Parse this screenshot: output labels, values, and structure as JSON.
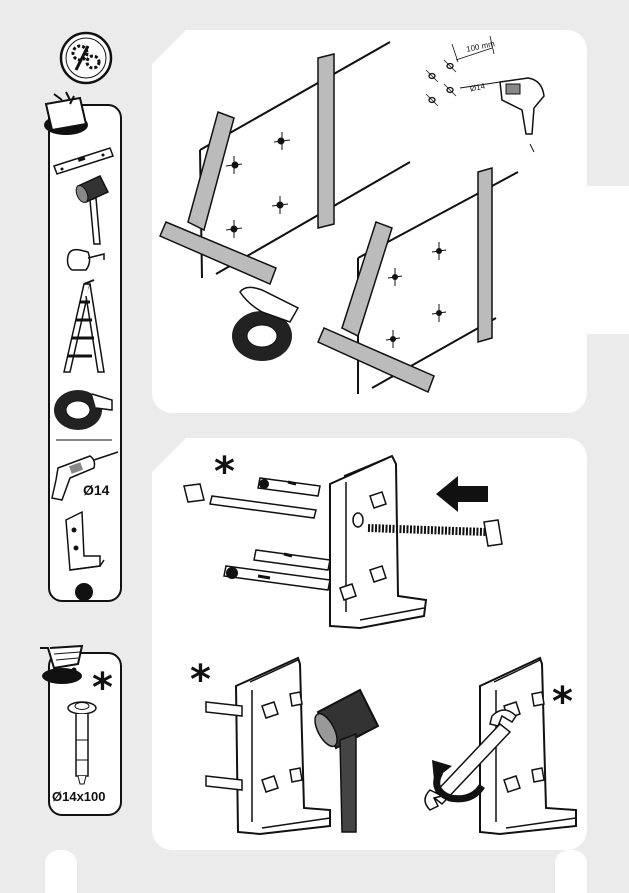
{
  "tools": {
    "drill_size": "Ø14",
    "optional_marker": "*"
  },
  "purchase": {
    "bolt_size": "Ø14x100",
    "optional_marker": "*"
  },
  "step1": {
    "hole_spacing": "100 mm",
    "drill_diameter": "Ø14"
  },
  "step2": {
    "markers": [
      "*",
      "*",
      "*"
    ]
  },
  "icons": [
    "gears-wrench-icon",
    "toolbox-icon",
    "spirit-level-icon",
    "mallet-icon",
    "tape-measure-icon",
    "ladder-icon",
    "adhesive-tape-icon",
    "drill-icon",
    "bracket-icon",
    "shopping-cart-icon",
    "anchor-bolt-icon",
    "arrow-left-icon",
    "rotate-arrow-icon",
    "spanner-icon"
  ]
}
